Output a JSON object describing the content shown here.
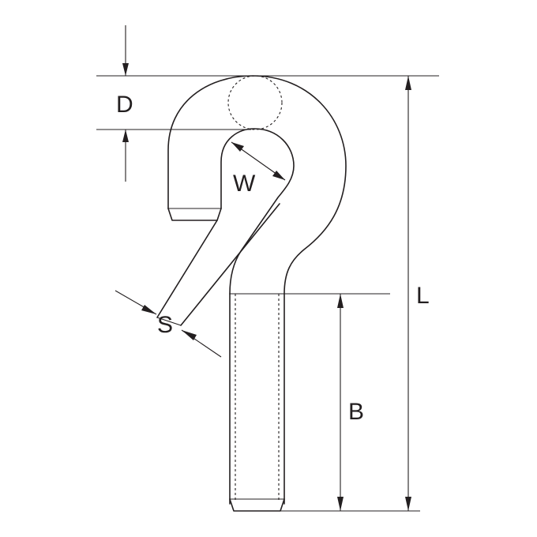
{
  "diagram": {
    "labels": {
      "D": "D",
      "W": "W",
      "S": "S",
      "L": "L",
      "B": "B"
    },
    "colors": {
      "line": "#231f20",
      "background": "#ffffff"
    }
  }
}
